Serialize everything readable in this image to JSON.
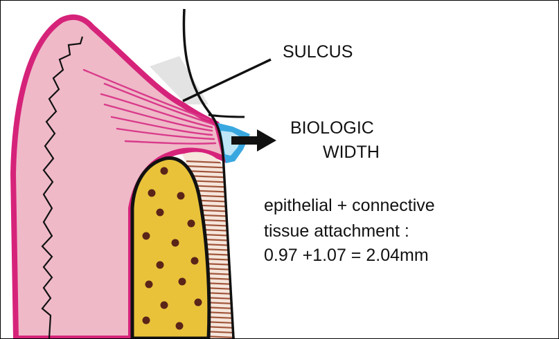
{
  "labels": {
    "sulcus": "SULCUS",
    "biologic_width_line1": "BIOLOGIC",
    "biologic_width_line2": "WIDTH",
    "attachment_line1": "epithelial + connective",
    "attachment_line2": "tissue attachment :",
    "attachment_line3": "0.97 +1.07 = 2.04mm"
  },
  "colors": {
    "gingiva_outline": "#d6237a",
    "gingiva_fill": "#efb9c8",
    "fibers": "#d93a8a",
    "bone_fill": "#e9c23a",
    "bone_dots": "#5a2418",
    "periodontal_ligament": "#a0553a",
    "epithelial_attachment": "#3aa8e0",
    "tooth_shade": "#e3e3e3",
    "outline": "#111111"
  }
}
